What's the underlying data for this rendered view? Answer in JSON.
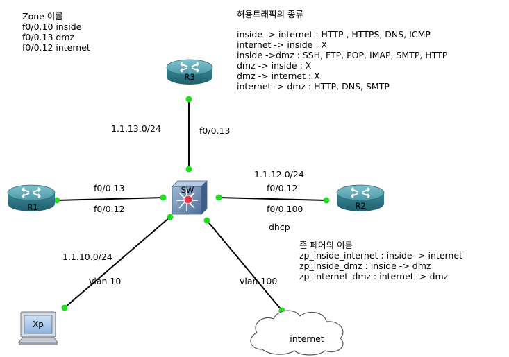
{
  "zone_info": {
    "title": "Zone 이름",
    "lines": [
      "f0/0.10 inside",
      "f0/0.13 dmz",
      "f0/0.12 internet"
    ]
  },
  "traffic_policy": {
    "title": "허용트래픽의 종류",
    "lines": [
      "inside -> internet  : HTTP , HTTPS, DNS, ICMP",
      "internet -> inside  : X",
      "inside ->dmz  : SSH, FTP, POP, IMAP, SMTP, HTTP",
      "dmz -> inside : X",
      "dmz -> internet : X",
      "internet -> dmz  : HTTP, DNS, SMTP"
    ]
  },
  "zone_pairs": {
    "title": "존 페어의 이름",
    "lines": [
      "zp_inside_internet  :  inside -> internet",
      "zp_inside_dmz : inside -> dmz",
      "zp_internet_dmz : internet -> dmz"
    ]
  },
  "devices": {
    "r3": "R3",
    "r1": "R1",
    "r2": "R2",
    "sw": "SW",
    "xp": "Xp",
    "internet": "internet"
  },
  "links": {
    "net_13": "1.1.13.0/24",
    "r3_if": "f0/0.13",
    "net_12": "1.1.12.0/24",
    "r2_if": "f0/0.12",
    "r1_if_top": "f0/0.13",
    "r1_if_bottom": "f0/0.12",
    "r2_if_100": "f0/0.100",
    "dhcp": "dhcp",
    "net_10": "1.1.10.0/24",
    "vlan10": "vlan 10",
    "vlan100": "vlan 100"
  },
  "colors": {
    "link_dot": "#22dd22",
    "router_body": "#2f7f8f",
    "router_top": "#5fa9b6",
    "switch_body": "#6d8fb4"
  }
}
